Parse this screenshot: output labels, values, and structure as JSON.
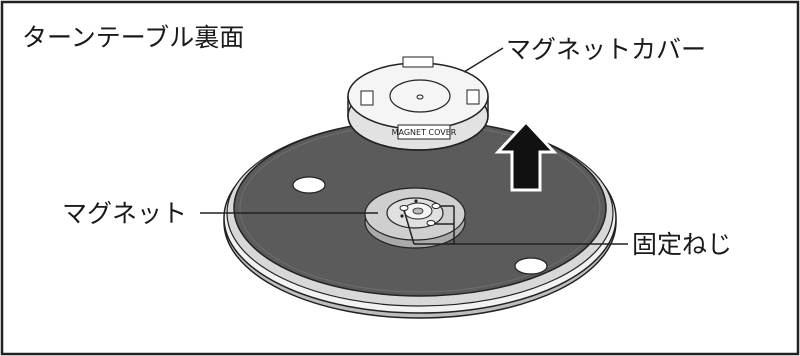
{
  "title": "ターンテーブル裏面",
  "labels": {
    "magnet_cover": "マグネットカバー",
    "magnet": "マグネット",
    "screws": "固定ねじ"
  },
  "cover_text": "MAGNET COVER",
  "colors": {
    "border": "#222222",
    "platter_dark": "#5b5b5b",
    "platter_rim": "#e6e6e6",
    "hub": "#c9c9c9",
    "cover": "#f4f4f4",
    "arrow": "#111111"
  },
  "icons": {
    "arrow": "up-arrow-icon"
  }
}
